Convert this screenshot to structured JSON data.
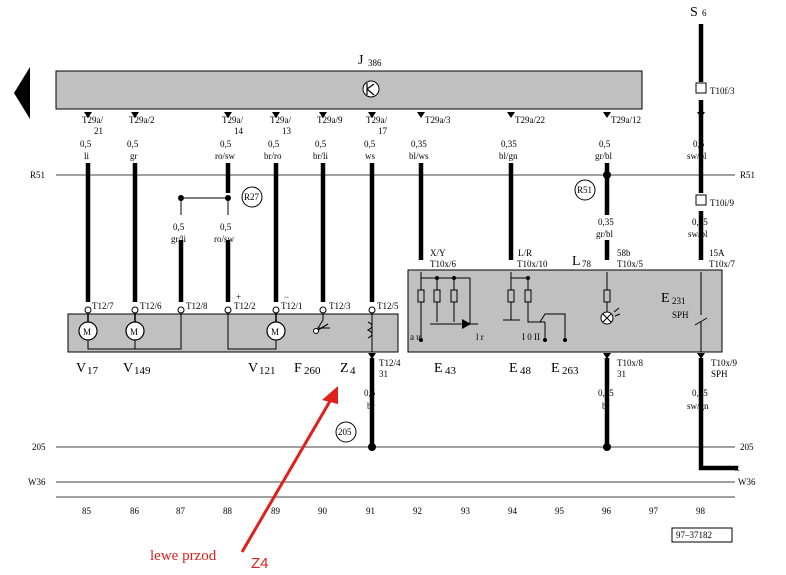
{
  "top": {
    "s6": "S",
    "s6_sub": "6",
    "j386": "J",
    "j386_sub": "386",
    "t10f3": "T10f/3",
    "t10i9": "T10i/9"
  },
  "pins_top": [
    {
      "conn": "T29a/",
      "pin": "21",
      "gauge": "0,5",
      "color": "li"
    },
    {
      "conn": "T29a/2",
      "pin": "",
      "gauge": "0,5",
      "color": "gr"
    },
    {
      "conn": "T29a/",
      "pin": "14",
      "gauge": "0,5",
      "color": "ro/sw"
    },
    {
      "conn": "T29a/",
      "pin": "13",
      "gauge": "0,5",
      "color": "br/ro"
    },
    {
      "conn": "T29a/9",
      "pin": "",
      "gauge": "0,5",
      "color": "br/li"
    },
    {
      "conn": "T29a/",
      "pin": "17",
      "gauge": "0,5",
      "color": "ws"
    },
    {
      "conn": "T29a/3",
      "pin": "",
      "gauge": "0,35",
      "color": "bl/ws"
    },
    {
      "conn": "T29a/22",
      "pin": "",
      "gauge": "0,35",
      "color": "bl/gn"
    },
    {
      "conn": "T29a/12",
      "pin": "",
      "gauge": "0,5",
      "color": "gr/bl"
    },
    {
      "conn": "",
      "pin": "",
      "gauge": "0,5",
      "color": "sw/bl"
    }
  ],
  "rails": {
    "r51": "R51",
    "r27": "R27",
    "r51_badge": "R51",
    "s205": "205",
    "w36": "W36",
    "x": "x"
  },
  "mid_wires": {
    "w87_gauge": "0,5",
    "w87_color": "gr/li",
    "w88_gauge": "0,5",
    "w88_color": "ro/sw",
    "w96_gauge": "0,35",
    "w96_color": "gr/bl",
    "w98_gauge": "0,35",
    "w98_color": "sw/bl"
  },
  "right_box_labels": {
    "xy": "X/Y",
    "t10x6": "T10x/6",
    "lr": "L/R",
    "t10x10": "T10x/10",
    "l78": "L",
    "l78_sub": "78",
    "b58": "58b",
    "t10x5": "T10x/5",
    "a15": "15A",
    "t10x7": "T10x/7",
    "e231": "E",
    "e231_sub": "231",
    "sph": "SPH",
    "au": "a u",
    "lr2": "l r",
    "i0ii": "I 0 II",
    "t10x8": "T10x/8",
    "n31b": "31",
    "t10x9": "T10x/9",
    "sph2": "SPH"
  },
  "left_box_labels": {
    "t127": "T12/7",
    "t126": "T12/6",
    "t128": "T12/8",
    "t122": "T12/2",
    "plus": "+",
    "t121": "T12/1",
    "minus": "−",
    "t123": "T12/3",
    "t125": "T12/5",
    "t124": "T12/4",
    "n31": "31"
  },
  "components": [
    {
      "main": "V",
      "sub": "17"
    },
    {
      "main": "V",
      "sub": "149"
    },
    {
      "main": "V",
      "sub": "121"
    },
    {
      "main": "F",
      "sub": "260"
    },
    {
      "main": "Z",
      "sub": "4"
    },
    {
      "main": "E",
      "sub": "43"
    },
    {
      "main": "E",
      "sub": "48"
    },
    {
      "main": "E",
      "sub": "263"
    }
  ],
  "bottom_wires": {
    "w91_gauge": "0,5",
    "w91_color": "br",
    "w96_gauge": "0,35",
    "w96_color": "br",
    "w98_gauge": "0,35",
    "w98_color": "sw/gn"
  },
  "columns": [
    "85",
    "86",
    "87",
    "88",
    "89",
    "90",
    "91",
    "92",
    "93",
    "94",
    "95",
    "96",
    "97",
    "98"
  ],
  "ref": "97–37182",
  "annotation": {
    "text": "lewe przod",
    "tag": "Z4"
  },
  "colors": {
    "box": "#c0c0c0",
    "wire": "#000000",
    "annotation": "#e0201c"
  }
}
